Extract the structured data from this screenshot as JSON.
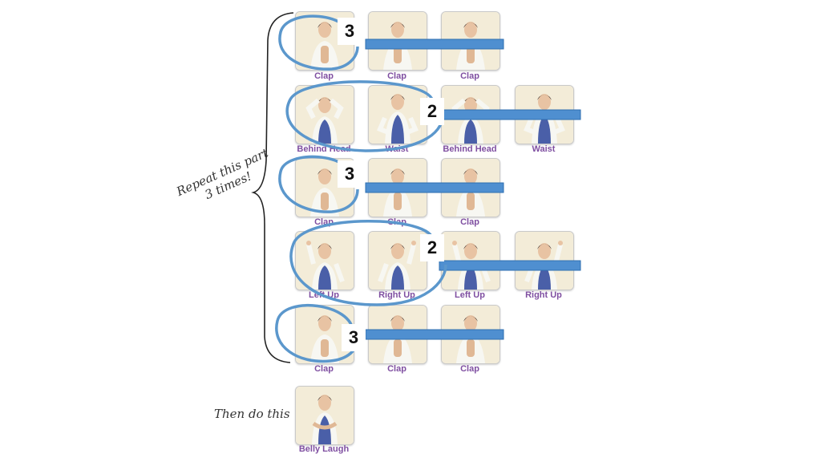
{
  "rows": [
    {
      "poses": [
        "Clap",
        "Clap",
        "Clap"
      ],
      "count": "3"
    },
    {
      "poses": [
        "Behind Head",
        "Waist",
        "Behind Head",
        "Waist"
      ],
      "count": "2"
    },
    {
      "poses": [
        "Clap",
        "Clap",
        "Clap"
      ],
      "count": "3"
    },
    {
      "poses": [
        "Left Up",
        "Right Up",
        "Left Up",
        "Right Up"
      ],
      "count": "2"
    },
    {
      "poses": [
        "Clap",
        "Clap",
        "Clap"
      ],
      "count": "3"
    }
  ],
  "final_pose": "Belly Laugh",
  "repeat_note": {
    "line1": "Repeat this part",
    "line2": "3 times!"
  },
  "then_note": "Then do this",
  "colors": {
    "loop": "#5b97cc",
    "label": "#7f4fa1",
    "bar": "#4f8fd0"
  }
}
